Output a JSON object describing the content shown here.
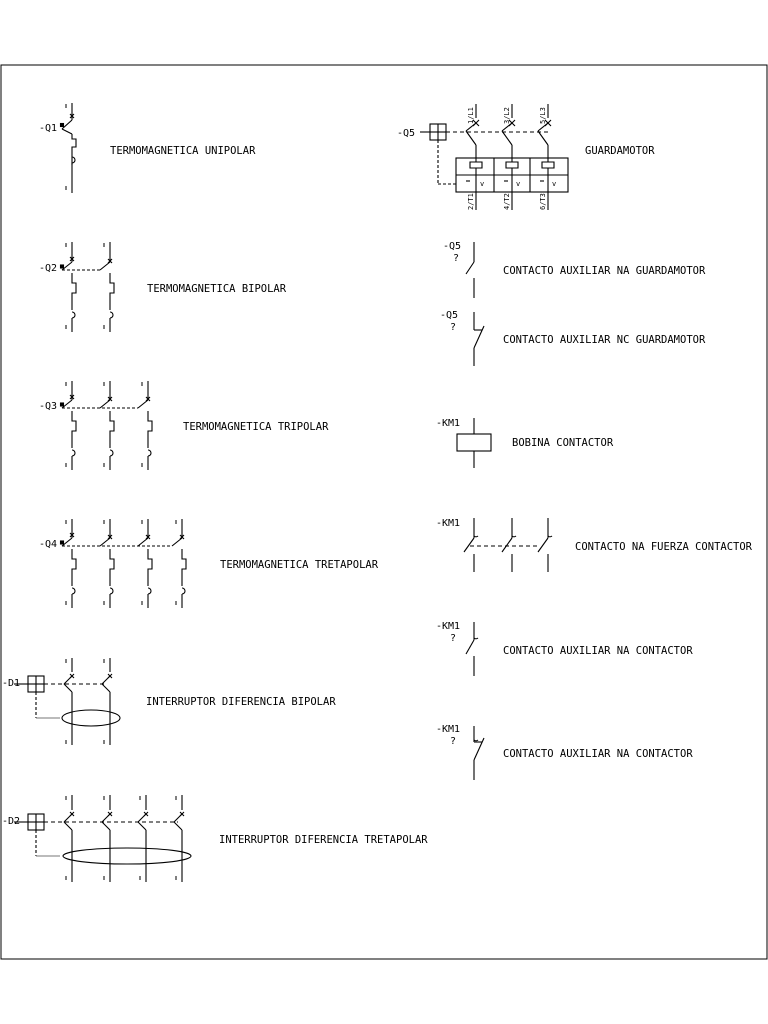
{
  "border_color": "#000000",
  "background_color": "#ffffff",
  "left_column": [
    {
      "tag": "-Q1",
      "description": "TERMOMAGNETICA UNIPOLAR",
      "poles": 1,
      "icon": "single-pole-breaker-icon"
    },
    {
      "tag": "-Q2",
      "description": "TERMOMAGNETICA BIPOLAR",
      "poles": 2,
      "icon": "two-pole-breaker-icon"
    },
    {
      "tag": "-Q3",
      "description": "TERMOMAGNETICA TRIPOLAR",
      "poles": 3,
      "icon": "three-pole-breaker-icon"
    },
    {
      "tag": "-Q4",
      "description": "TERMOMAGNETICA TRETAPOLAR",
      "poles": 4,
      "icon": "four-pole-breaker-icon"
    },
    {
      "tag": "-D1",
      "description": "INTERRUPTOR DIFERENCIA BIPOLAR",
      "poles": 2,
      "icon": "rcd-two-pole-icon"
    },
    {
      "tag": "-D2",
      "description": "INTERRUPTOR DIFERENCIA TRETAPOLAR",
      "poles": 4,
      "icon": "rcd-four-pole-icon"
    }
  ],
  "right_column": [
    {
      "tag": "-Q5",
      "description": "GUARDAMOTOR",
      "icon": "motor-protector-icon",
      "top_labels": [
        "1/L1",
        "3/L2",
        "5/L3"
      ],
      "bottom_labels": [
        "2/T1",
        "4/T2",
        "6/T3"
      ]
    },
    {
      "tag": "-Q5",
      "marker": "?",
      "description": "CONTACTO AUXILIAR NA GUARDAMOTOR",
      "icon": "no-aux-contact-icon"
    },
    {
      "tag": "-Q5",
      "marker": "?",
      "description": "CONTACTO AUXILIAR NC GUARDAMOTOR",
      "icon": "nc-aux-contact-icon"
    },
    {
      "tag": "-KM1",
      "description": "BOBINA CONTACTOR",
      "icon": "contactor-coil-icon"
    },
    {
      "tag": "-KM1",
      "description": "CONTACTO NA FUERZA CONTACTOR",
      "icon": "power-contacts-icon"
    },
    {
      "tag": "-KM1",
      "marker": "?",
      "description": "CONTACTO AUXILIAR NA CONTACTOR",
      "icon": "contactor-no-contact-icon"
    },
    {
      "tag": "-KM1",
      "marker": "?",
      "description": "CONTACTO AUXILIAR NA CONTACTOR",
      "icon": "contactor-nc-contact-icon"
    }
  ]
}
